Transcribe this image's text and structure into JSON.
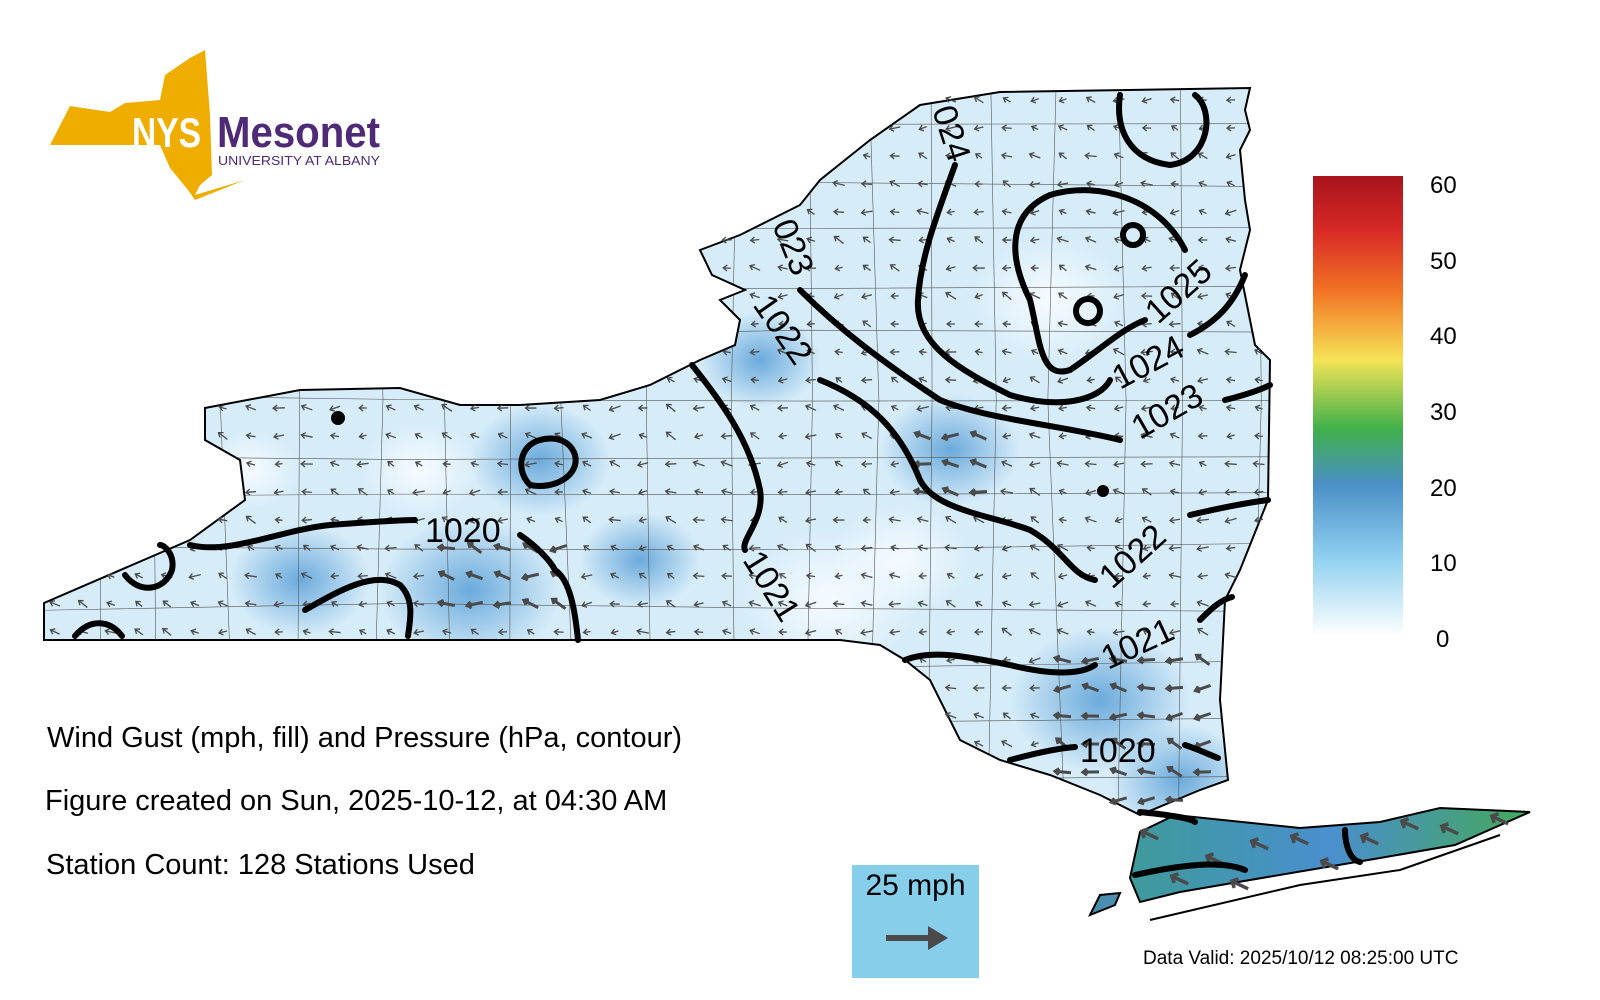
{
  "logo": {
    "brand_short": "NYS",
    "brand_name": "Mesonet",
    "subtitle": "UNIVERSITY AT ALBANY",
    "gold": "#efad00",
    "purple": "#4e2a77"
  },
  "caption": {
    "title": "Wind Gust (mph, fill) and Pressure (hPa, contour)",
    "created": "Figure created on Sun, 2025-10-12, at 04:30 AM",
    "station_count": "Station Count: 128 Stations Used"
  },
  "colorbar": {
    "ticks": [
      "60",
      "50",
      "40",
      "30",
      "20",
      "10",
      "0"
    ],
    "units": "mph",
    "range": [
      0,
      60
    ]
  },
  "contour_labels": [
    "024",
    "023",
    "1022",
    "1025",
    "1024",
    "1023",
    "1020",
    "1021",
    "1022",
    "1021",
    "1020"
  ],
  "wind_legend": {
    "label": "25 mph",
    "color": "#87ceeb"
  },
  "data_valid": "Data Valid: 2025/10/12 08:25:00 UTC"
}
